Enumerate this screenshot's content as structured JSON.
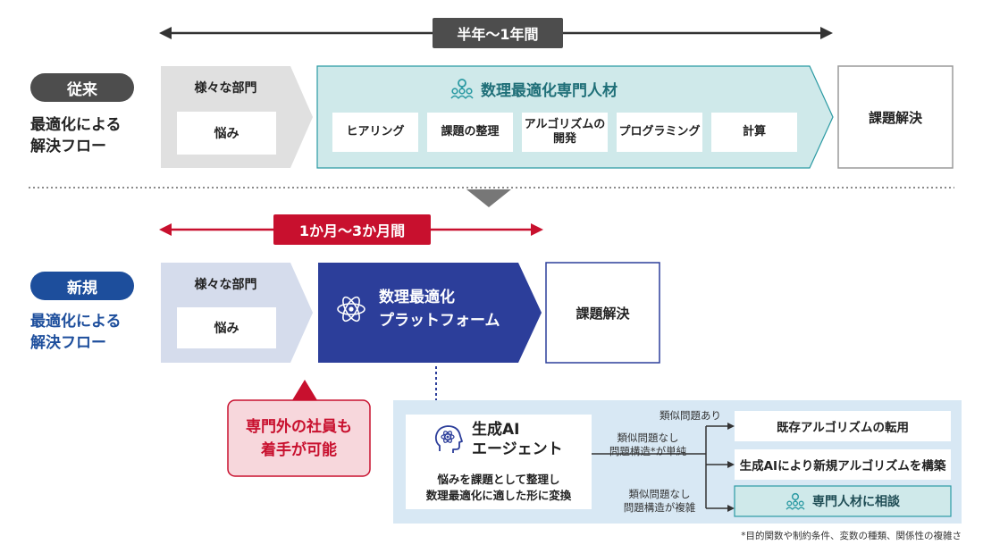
{
  "colors": {
    "gray_arrow": "#e0e0e0",
    "teal_fill": "#cfe9ea",
    "teal_stroke": "#2b9aa3",
    "dark_label": "#4d4d4d",
    "navy": "#2c3e9a",
    "navy_label": "#1d4e9c",
    "light_navy_arrow": "#d5dcec",
    "red": "#c8102e",
    "pink_fill": "#f7d7dc",
    "agent_bg": "#d8e8f4"
  },
  "timeline_old": {
    "label": "半年〜1年間"
  },
  "timeline_new": {
    "label": "1か月〜3か月間"
  },
  "old_flow": {
    "badge": "従来",
    "title_line1": "最適化による",
    "title_line2": "解決フロー",
    "department": "様々な部門",
    "worry": "悩み",
    "expert_title": "数理最適化専門人材",
    "expert_icon": "people-icon",
    "steps": [
      "ヒアリング",
      "課題の整理",
      "アルゴリズムの\n開発",
      "プログラミング",
      "計算"
    ],
    "result": "課題解決"
  },
  "new_flow": {
    "badge": "新規",
    "title_line1": "最適化による",
    "title_line2": "解決フロー",
    "department": "様々な部門",
    "worry": "悩み",
    "platform_line1": "数理最適化",
    "platform_line2": "プラットフォーム",
    "platform_icon": "atom-icon",
    "result": "課題解決"
  },
  "callout": {
    "line1": "専門外の社員も",
    "line2": "着手が可能"
  },
  "agent": {
    "title_line1": "生成AI",
    "title_line2": "エージェント",
    "icon": "ai-head-icon",
    "desc_line1": "悩みを課題として整理し",
    "desc_line2": "数理最適化に適した形に変換",
    "branches": [
      {
        "condition": "類似問題あり",
        "outcome": "既存アルゴリズムの転用"
      },
      {
        "condition_line1": "類似問題なし",
        "condition_line2": "問題構造*が単純",
        "outcome": "生成AIにより新規アルゴリズムを構築"
      },
      {
        "condition_line1": "類似問題なし",
        "condition_line2": "問題構造が複雑",
        "outcome": "専門人材に相談"
      }
    ],
    "footnote": "*目的関数や制約条件、変数の種類、関係性の複雑さ"
  }
}
